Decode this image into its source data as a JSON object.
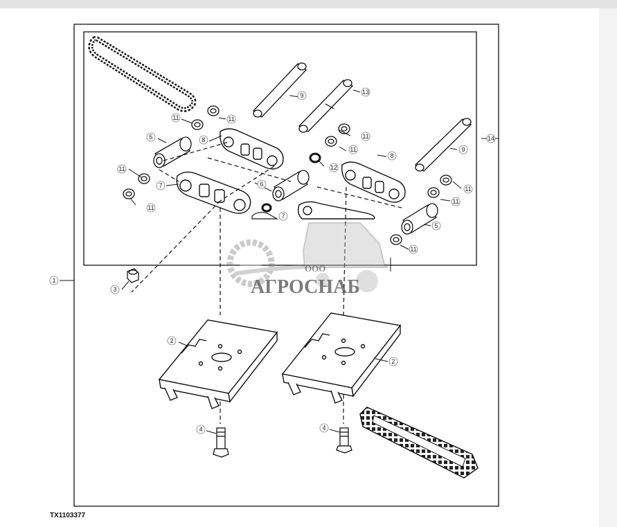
{
  "figure_code": "TX1103377",
  "callouts": {
    "c1": "1",
    "c2a": "2",
    "c2b": "2",
    "c3": "3",
    "c4a": "4",
    "c4b": "4",
    "c5a": "5",
    "c5b": "5",
    "c6": "6",
    "c7a": "7",
    "c7b": "7",
    "c8a": "8",
    "c8b": "8",
    "c9a": "9",
    "c9b": "9",
    "c11a": "11",
    "c11b": "11",
    "c11c": "11",
    "c11d": "11",
    "c11e": "11",
    "c11f": "11",
    "c11g": "11",
    "c11h": "11",
    "c11i": "11",
    "c12": "12",
    "c13": "13",
    "c14": "14"
  },
  "watermark": {
    "prefix": "ООО",
    "name": "АГРОСНАБ"
  }
}
